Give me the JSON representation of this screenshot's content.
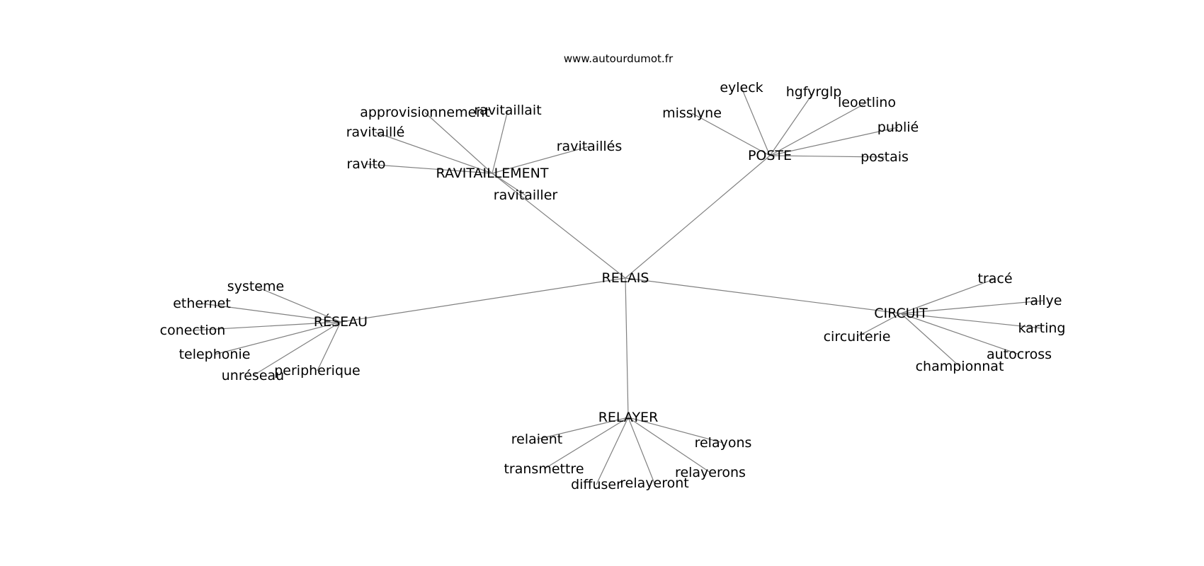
{
  "watermark": "www.autourdumot.fr",
  "graph": {
    "root": "RELAIS",
    "edge_color": "#808080",
    "clusters": [
      {
        "label": "RAVITAILLEMENT",
        "leaves": [
          "approvisionnement",
          "ravitaillait",
          "ravitaillé",
          "ravitaillés",
          "ravito",
          "ravitailler"
        ]
      },
      {
        "label": "POSTE",
        "leaves": [
          "eyleck",
          "hgfyrglp",
          "leoetlino",
          "misslyne",
          "publié",
          "postais"
        ]
      },
      {
        "label": "RÉSEAU",
        "leaves": [
          "systeme",
          "ethernet",
          "conection",
          "telephonie",
          "unréseau",
          "peripherique"
        ]
      },
      {
        "label": "CIRCUIT",
        "leaves": [
          "tracé",
          "rallye",
          "karting",
          "autocross",
          "championnat",
          "circuiterie"
        ]
      },
      {
        "label": "RELAYER",
        "leaves": [
          "relaient",
          "transmettre",
          "diffuser",
          "relayeront",
          "relayerons",
          "relayons"
        ]
      }
    ]
  }
}
